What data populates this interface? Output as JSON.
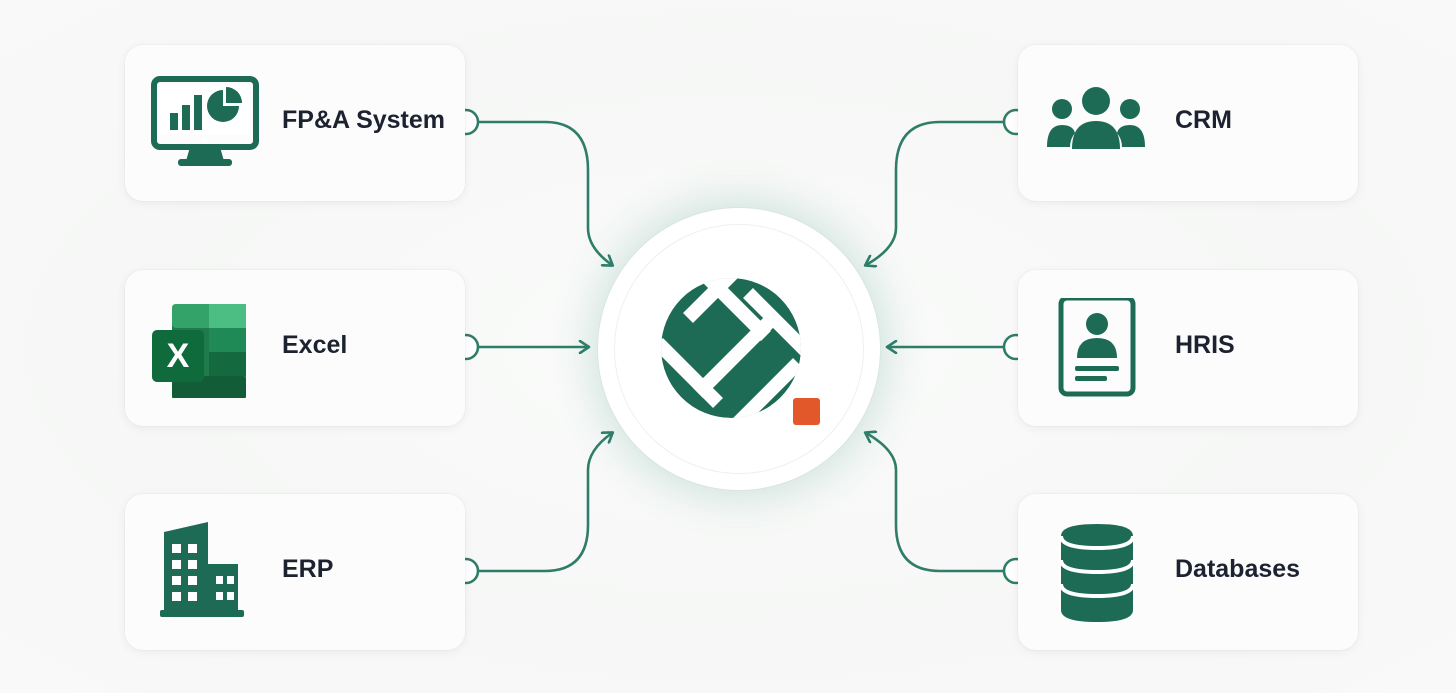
{
  "sources": {
    "fpa": {
      "label": "FP&A System",
      "icon": "monitor-chart-icon"
    },
    "excel": {
      "label": "Excel",
      "icon": "excel-icon",
      "icon_letter": "X"
    },
    "erp": {
      "label": "ERP",
      "icon": "buildings-icon"
    },
    "crm": {
      "label": "CRM",
      "icon": "users-icon"
    },
    "hris": {
      "label": "HRIS",
      "icon": "id-card-icon"
    },
    "databases": {
      "label": "Databases",
      "icon": "database-icon"
    }
  },
  "hub": {
    "icon": "platform-logo-icon"
  },
  "colors": {
    "primary_green": "#1d6b55",
    "connector_green": "#2f7d68",
    "accent_orange": "#e2582a",
    "text_dark": "#1d2230"
  }
}
